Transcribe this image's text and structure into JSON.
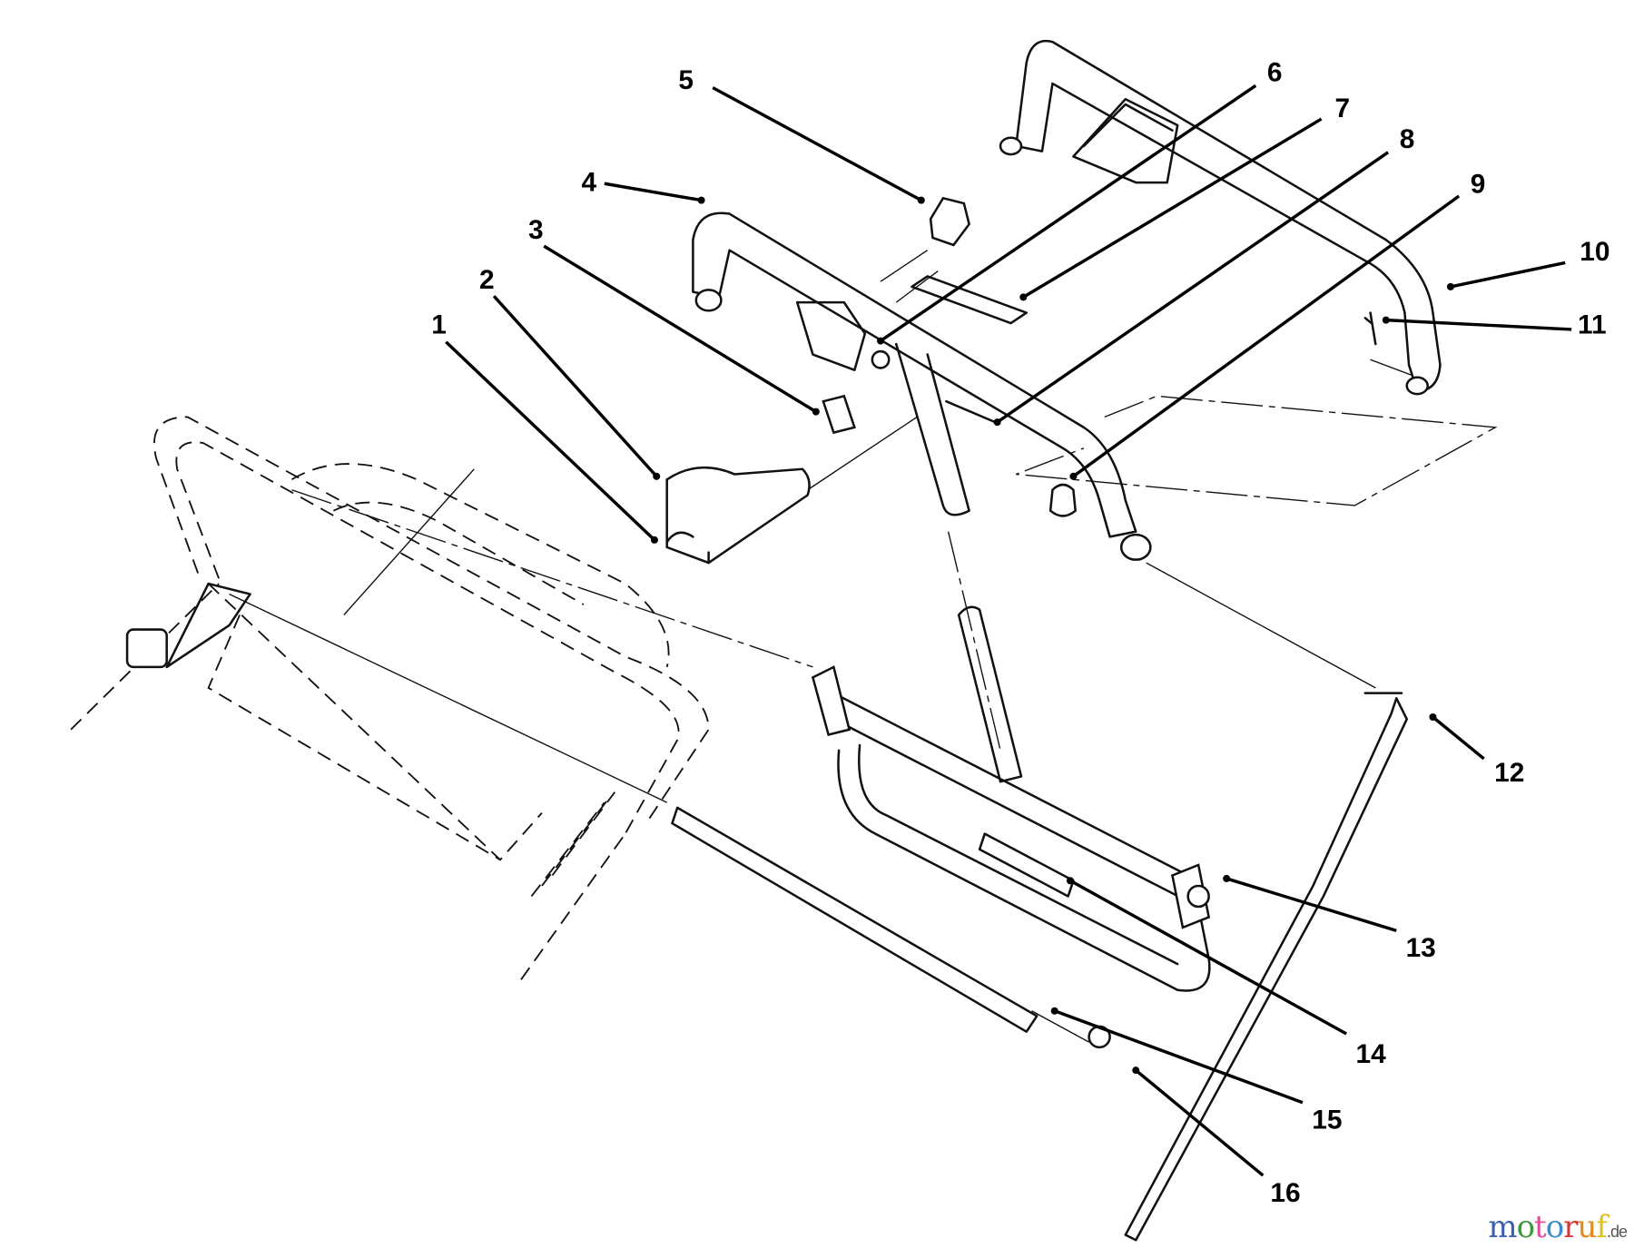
{
  "diagram": {
    "callouts": [
      {
        "number": "1"
      },
      {
        "number": "2"
      },
      {
        "number": "3"
      },
      {
        "number": "4"
      },
      {
        "number": "5"
      },
      {
        "number": "6"
      },
      {
        "number": "7"
      },
      {
        "number": "8"
      },
      {
        "number": "9"
      },
      {
        "number": "10"
      },
      {
        "number": "11"
      },
      {
        "number": "12"
      },
      {
        "number": "13"
      },
      {
        "number": "14"
      },
      {
        "number": "15"
      },
      {
        "number": "16"
      }
    ]
  },
  "watermark": {
    "text": "motoruf",
    "suffix": ".de",
    "colors": [
      "#3b5fb0",
      "#3a9a3a",
      "#e0509a",
      "#3a8ad0",
      "#d03a3a",
      "#e08a20",
      "#e0c020"
    ]
  }
}
